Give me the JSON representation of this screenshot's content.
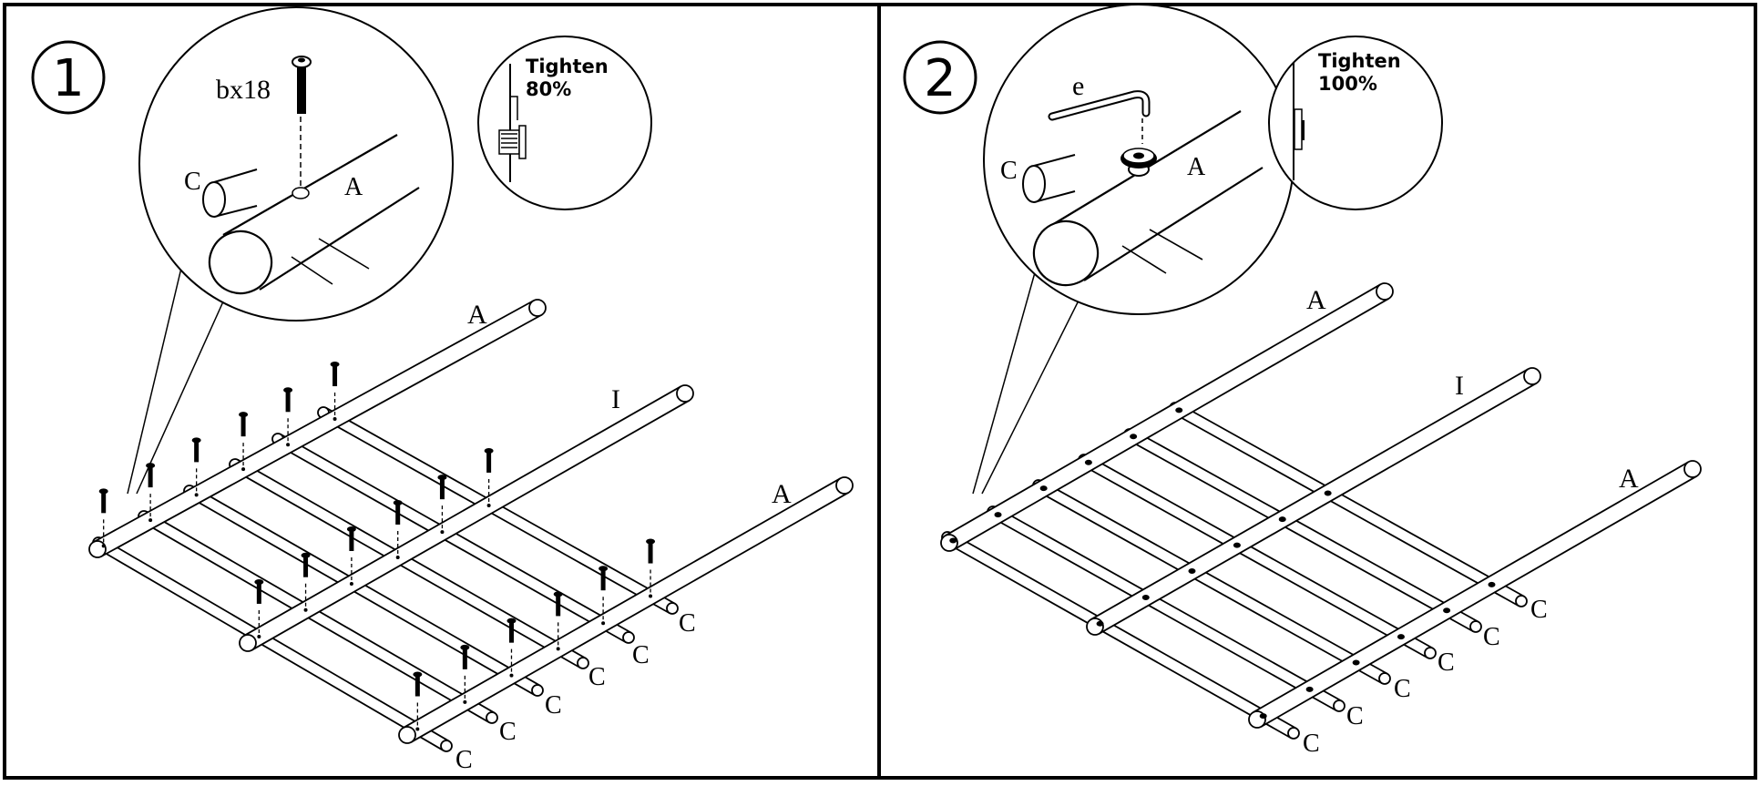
{
  "steps": [
    {
      "number": "1",
      "hardware_label": "bx18",
      "tighten_label": "Tighten",
      "tighten_percent": "80%",
      "detail_labels": {
        "left_tube": "C",
        "right_tube": "A"
      },
      "part_labels": [
        "A",
        "I",
        "A"
      ],
      "rung_labels": [
        "C",
        "C",
        "C",
        "C",
        "C",
        "C"
      ]
    },
    {
      "number": "2",
      "tool_label": "e",
      "tighten_label": "Tighten",
      "tighten_percent": "100%",
      "detail_labels": {
        "left_tube": "C",
        "right_tube": "A"
      },
      "part_labels": [
        "A",
        "I",
        "A"
      ],
      "rung_labels": [
        "C",
        "C",
        "C",
        "C",
        "C",
        "C"
      ]
    }
  ]
}
